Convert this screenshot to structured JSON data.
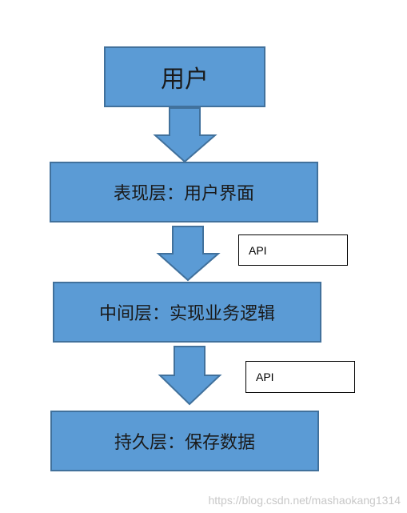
{
  "diagram": {
    "boxes": [
      {
        "label": "用户"
      },
      {
        "label": "表现层：用户界面"
      },
      {
        "label": "中间层：实现业务逻辑"
      },
      {
        "label": "持久层：保存数据"
      }
    ],
    "api_labels": [
      "API",
      "API"
    ],
    "watermark": "https://blog.csdn.net/mashaokang1314"
  },
  "colors": {
    "box_fill": "#5b9bd5",
    "box_border": "#41719c"
  }
}
